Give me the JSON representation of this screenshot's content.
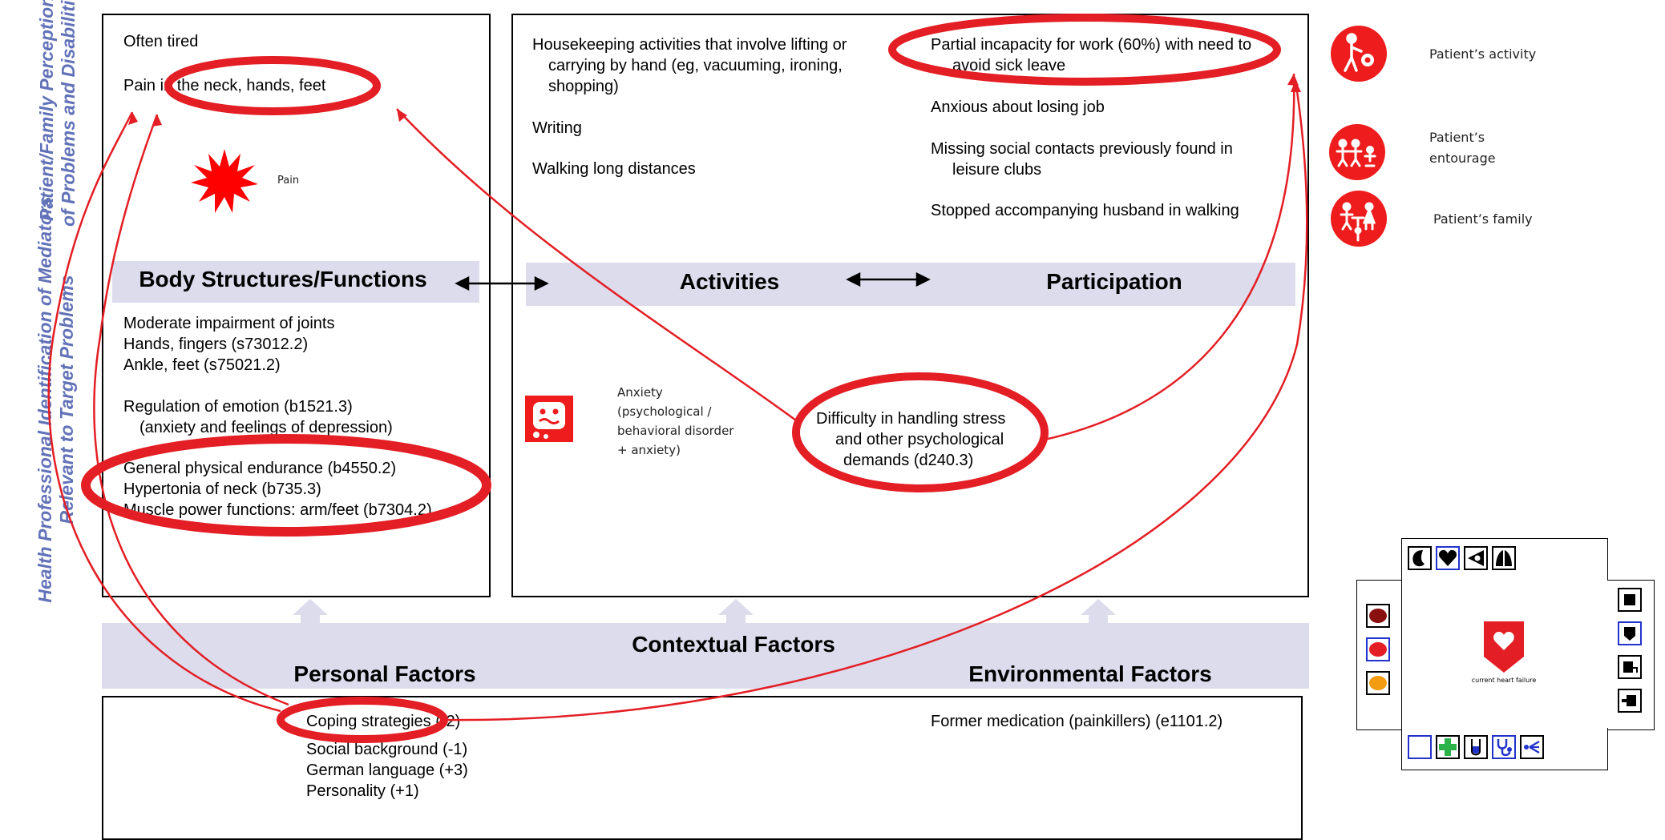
{
  "side_labels": {
    "top": [
      "Patient/Family Perceptions",
      "of Problems and Disabilities"
    ],
    "bottom": [
      "Health Professional Identification of Mediators",
      "Relevant to Target Problems"
    ]
  },
  "body": {
    "perceptions": [
      "Often tired",
      "Pain in the neck, hands, feet"
    ],
    "pain_label": "Pain",
    "header": "Body Structures/Functions",
    "items_a": [
      "Moderate impairment of joints",
      "Hands, fingers (s73012.2)",
      "Ankle, feet (s75021.2)"
    ],
    "items_b": [
      "Regulation of emotion (b1521.3)",
      "(anxiety and feelings of depression)"
    ],
    "items_c": [
      "General physical endurance  (b4550.2)",
      "Hypertonia of neck (b735.3)",
      "Muscle power functions: arm/feet (b7304.2)"
    ]
  },
  "activities": {
    "perceptions": [
      "Housekeeping activities that involve lifting or",
      "carrying by hand (eg, vacuuming, ironing,",
      "shopping)",
      "Writing",
      "Walking long distances"
    ],
    "header": "Activities",
    "anxiety_lines": [
      "Anxiety",
      "(psychological /",
      "behavioral disorder",
      "+ anxiety)"
    ],
    "stress_lines": [
      "Difficulty in handling stress",
      "and other psychological",
      "demands (d240.3)"
    ]
  },
  "participation": {
    "perceptions": [
      "Partial incapacity for work (60%) with need to",
      "avoid sick leave",
      "Anxious about losing job",
      "Missing social contacts previously found in",
      "leisure clubs",
      "Stopped accompanying husband in walking"
    ],
    "header": "Participation"
  },
  "contextual": {
    "title": "Contextual Factors",
    "personal_header": "Personal Factors",
    "environmental_header": "Environmental Factors",
    "personal_items": [
      "Coping strategies  (-2)",
      "Social background (-1)",
      "German language (+3)",
      "Personality (+1)"
    ],
    "environmental_items": [
      "Former medication (painkillers) (e1101.2)"
    ]
  },
  "legend": {
    "activity": "Patient’s activity",
    "entourage": [
      "Patient’s",
      "entourage"
    ],
    "family": "Patient’s family"
  },
  "panel": {
    "caption": "current heart failure"
  },
  "colors": {
    "accent_red": "#e31e24",
    "band": "#dcdcec",
    "label_blue": "#6272b8",
    "panel_blue": "#2233cc"
  }
}
